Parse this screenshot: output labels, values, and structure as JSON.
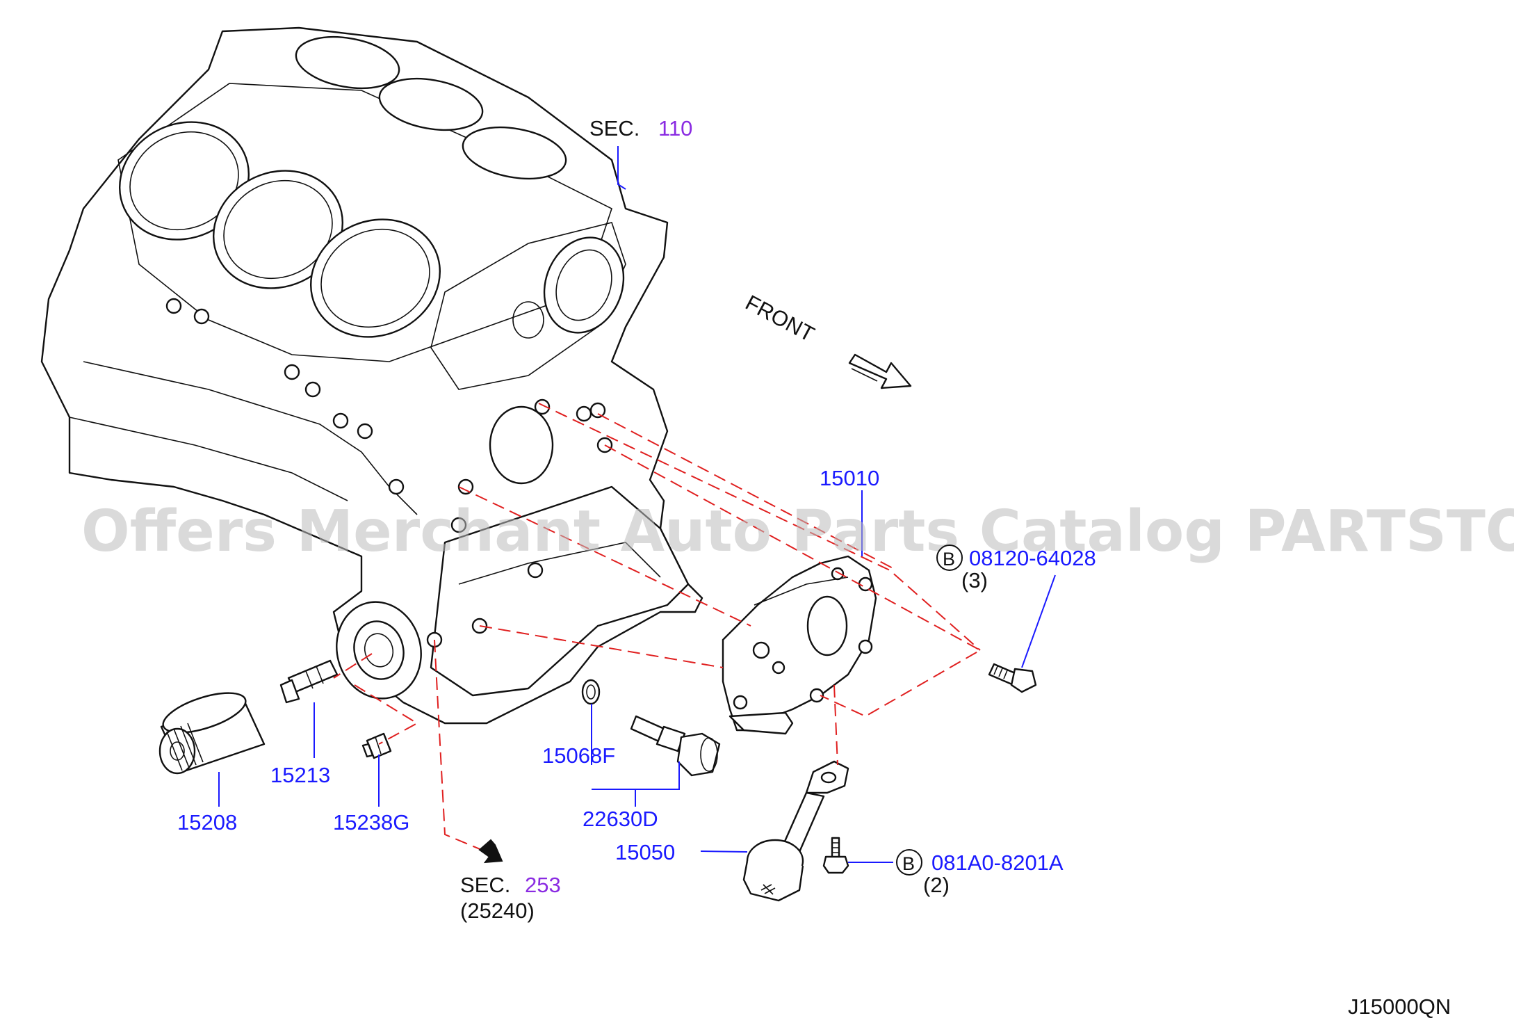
{
  "diagram": {
    "labels": {
      "sec110_prefix": "SEC.",
      "sec110_num": "110",
      "front": "FRONT",
      "p15010": "15010",
      "bolt1_code": "08120-64028",
      "bolt1_qty": "(3)",
      "b_letter": "B",
      "p15213": "15213",
      "p15208": "15208",
      "p15238g": "15238G",
      "p15068f": "15068F",
      "p22630d": "22630D",
      "p15050": "15050",
      "bolt2_code": "081A0-8201A",
      "bolt2_qty": "(2)",
      "sec253_prefix": "SEC.",
      "sec253_num": "253",
      "sec253_ref": "(25240)",
      "diagram_code": "J15000QN"
    },
    "watermark": "Offers Merchant Auto Parts Catalog PARTSTORE.SA",
    "colors": {
      "part_number": "#1a1aff",
      "section_number": "#8a2be2",
      "dashed_line": "#e02020",
      "line_art": "#111111",
      "watermark": "#bdbdbd"
    }
  }
}
